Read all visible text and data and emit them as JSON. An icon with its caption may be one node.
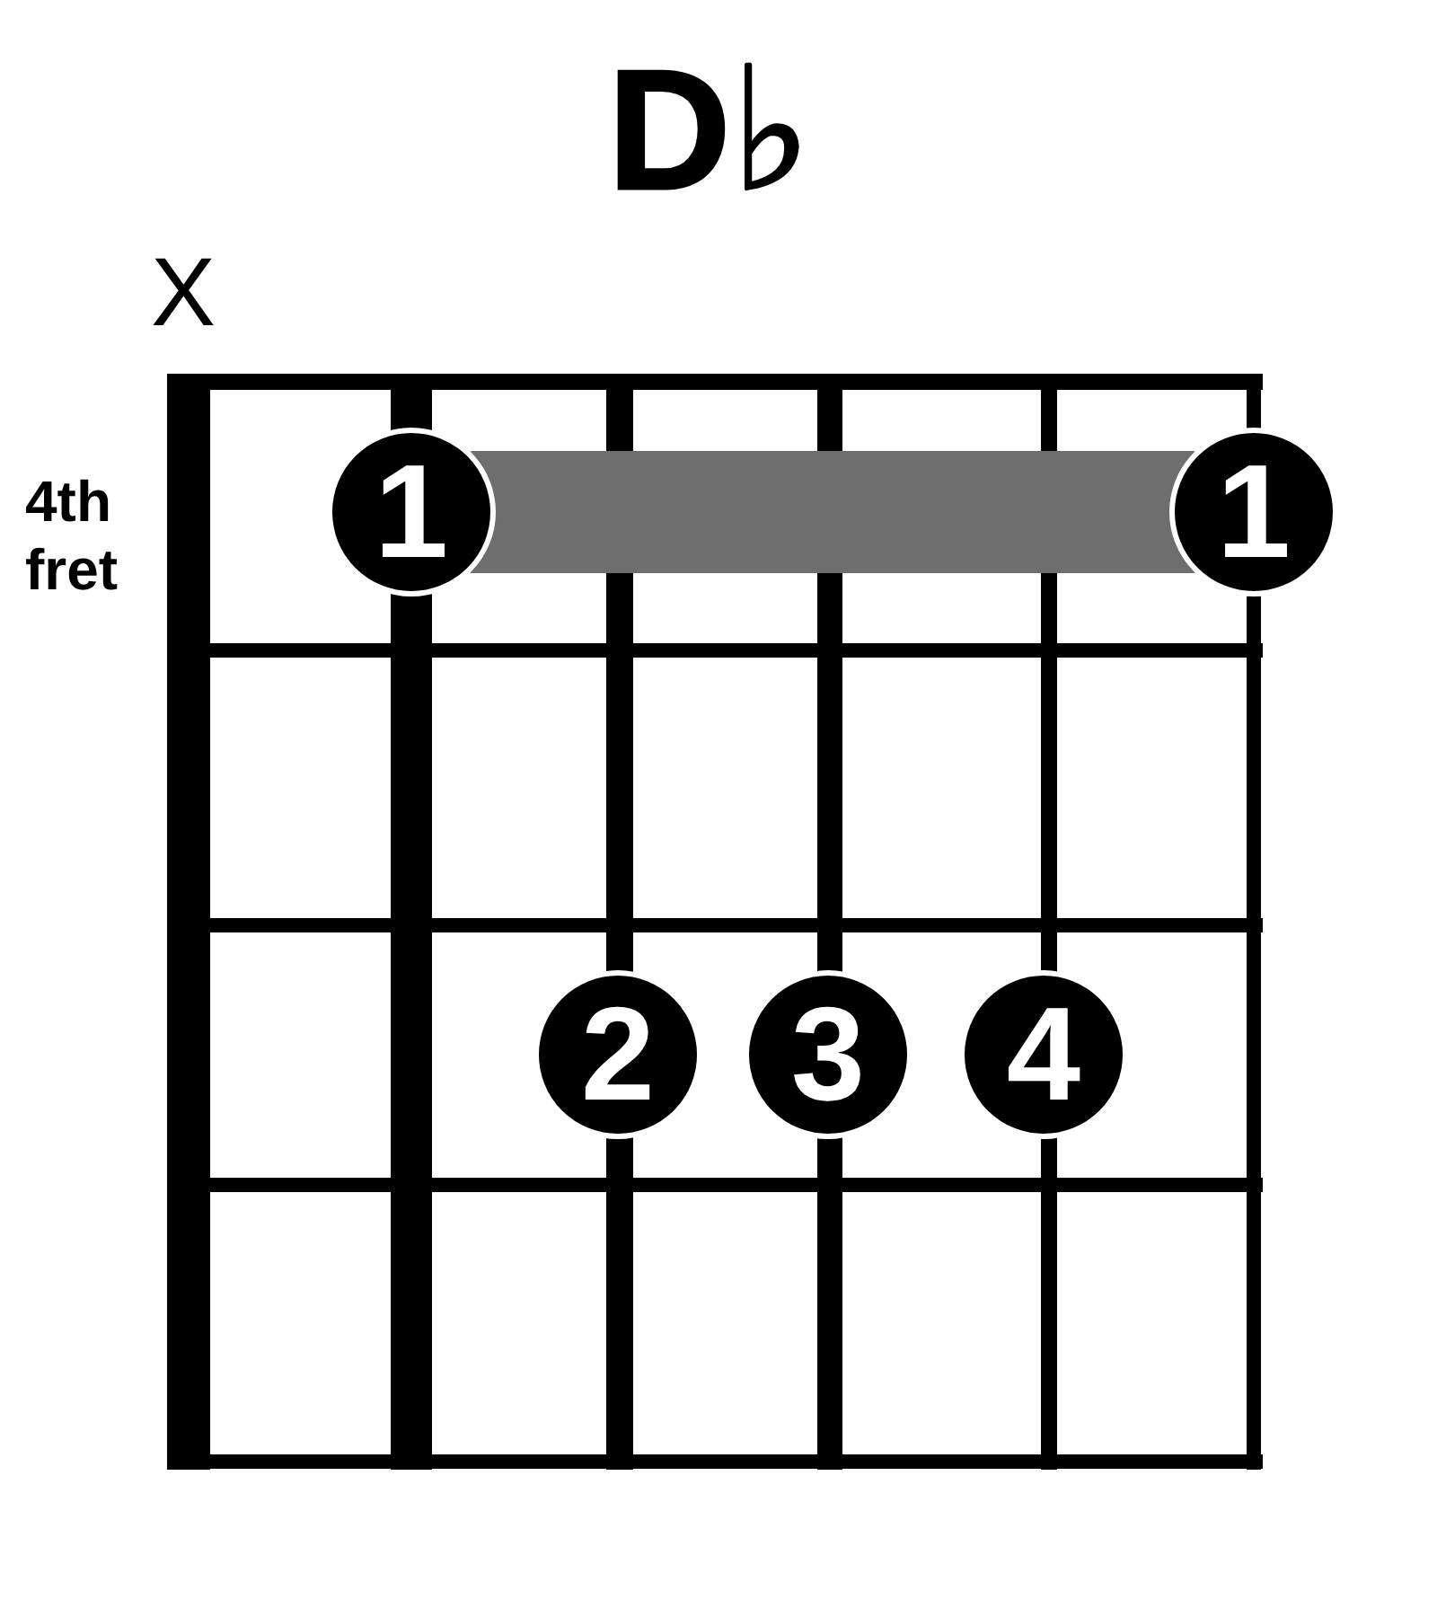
{
  "diagram": {
    "title": "D♭",
    "nodes": [
      {
        "text": [
          "1"
        ]
      },
      {
        "text": [
          "1"
        ]
      },
      {
        "text": [
          "2"
        ]
      },
      {
        "text": [
          "3"
        ]
      },
      {
        "text": [
          "4"
        ]
      }
    ],
    "edges": [
      {
        "from": 0,
        "to": 1,
        "arrow": "none",
        "style": "thick",
        "color": "#6e6e6e"
      }
    ],
    "labels": [
      "X",
      "4th fret"
    ]
  }
}
